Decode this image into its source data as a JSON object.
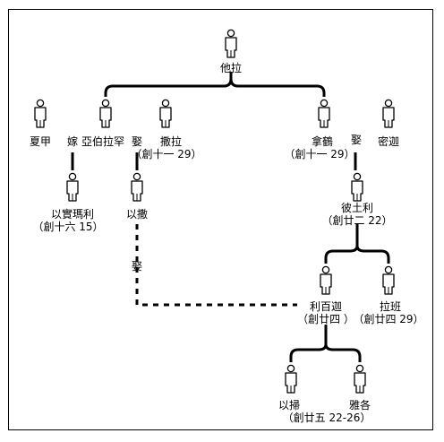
{
  "people": {
    "terah": "他拉",
    "haran": "夏甲",
    "abraham": "亞伯拉罕",
    "sarah": "撒拉",
    "nahor": "拿鶴",
    "milcah": "密迦",
    "hagar": "以實瑪利",
    "isaac": "以撒",
    "bethuel": "彼土利",
    "rebekah": "利百迦",
    "laban": "拉班",
    "esau": "以掃",
    "jacob": "雅各"
  },
  "refs": {
    "hagar": "（創十六 15）",
    "sarah": "（創十一 29）",
    "nahor": "（創十一 29）",
    "bethuel": "（創廿二 22）",
    "rebekah": "（創廿四 ）",
    "laban": "（創廿四 29）",
    "esau_jacob": "（創廿五 22-26）"
  },
  "relations": {
    "married_to": "嫁",
    "marry_1": "娶",
    "marry_2": "娶",
    "marry_3": "娶"
  }
}
